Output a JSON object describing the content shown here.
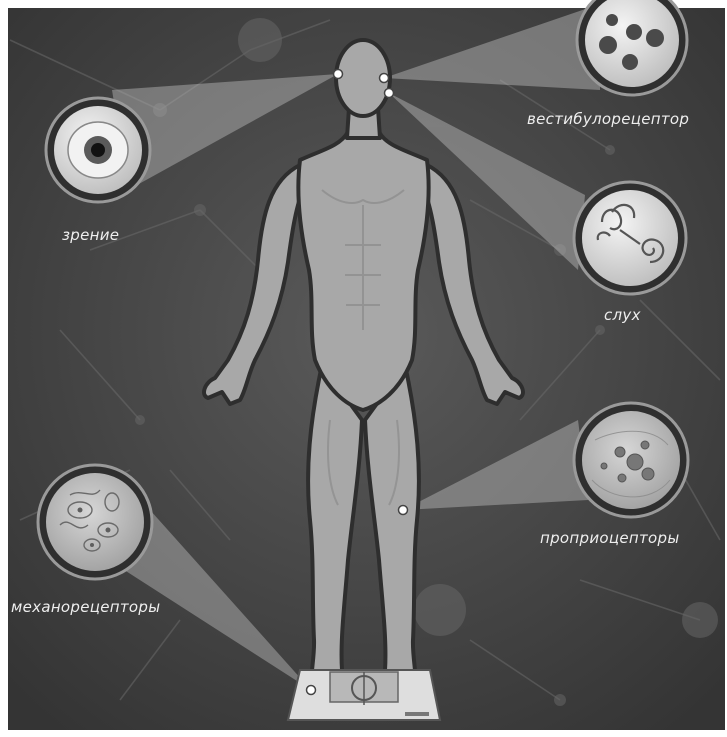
{
  "labels": {
    "vision": "зрение",
    "vestibular": "вестибулорецептор",
    "hearing": "слух",
    "proprio": "проприоцепторы",
    "mechano": "механорецепторы"
  },
  "colors": {
    "background": "#4a4a4a",
    "figure": "#a8a8a8",
    "figure_outline": "#2e2e2e",
    "beam": "#bdbdbd",
    "label": "#eeeeee",
    "sensor_dot": "#ffffff"
  }
}
